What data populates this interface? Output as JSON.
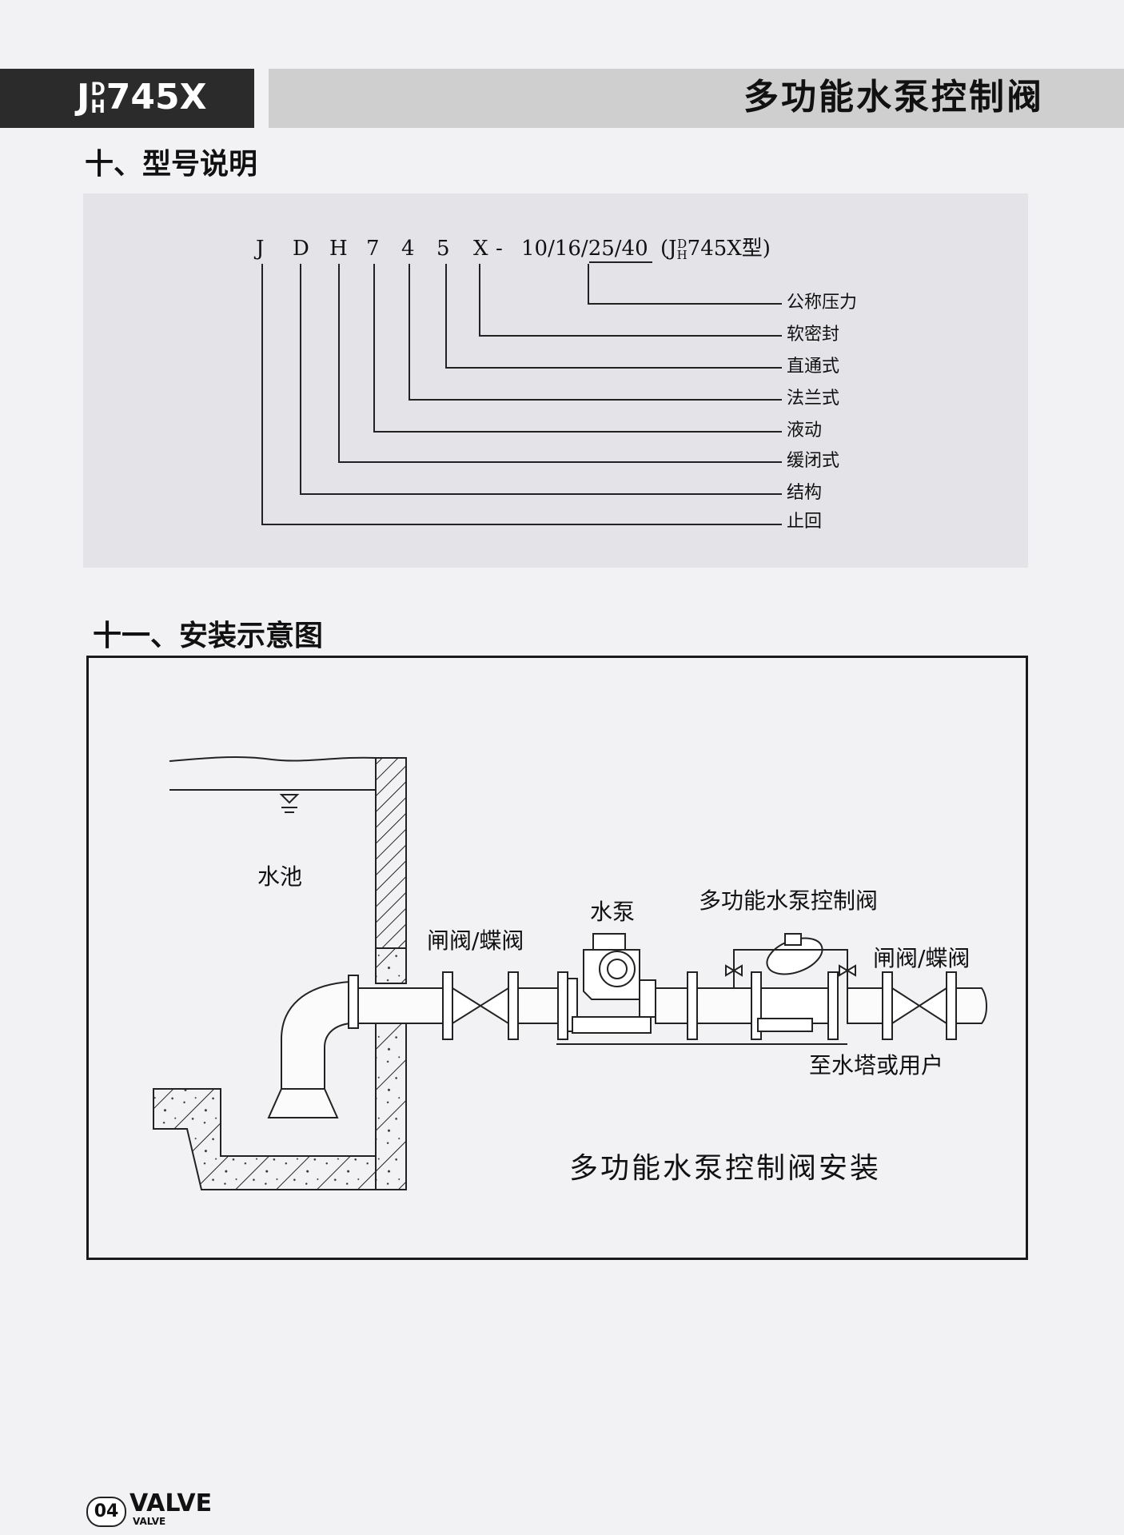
{
  "header": {
    "model_prefix": "J",
    "model_sub_top": "D",
    "model_sub_bottom": "H",
    "model_suffix": "745X",
    "product_name": "多功能水泵控制阀"
  },
  "section_model": {
    "title": "十、型号说明",
    "code_chars": [
      "J",
      "D",
      "H",
      "7",
      "4",
      "5",
      "X"
    ],
    "dash": "-",
    "pressure": "10/16/25/40",
    "type_note_open": "(J",
    "type_note_sub_top": "D",
    "type_note_sub_bottom": "H",
    "type_note_close": "745X型)",
    "legend": [
      "公称压力",
      "软密封",
      "直通式",
      "法兰式",
      "液动",
      "缓闭式",
      "结构",
      "止回"
    ]
  },
  "section_install": {
    "title": "十一、安装示意图",
    "labels": {
      "pool": "水池",
      "gate_valve_1": "闸阀/蝶阀",
      "pump": "水泵",
      "control_valve": "多功能水泵控制阀",
      "gate_valve_2": "闸阀/蝶阀",
      "outlet": "至水塔或用户"
    },
    "caption": "多功能水泵控制阀安装"
  },
  "footer": {
    "page_number": "04",
    "brand": "VALVE",
    "brand_small": "VALVE"
  }
}
